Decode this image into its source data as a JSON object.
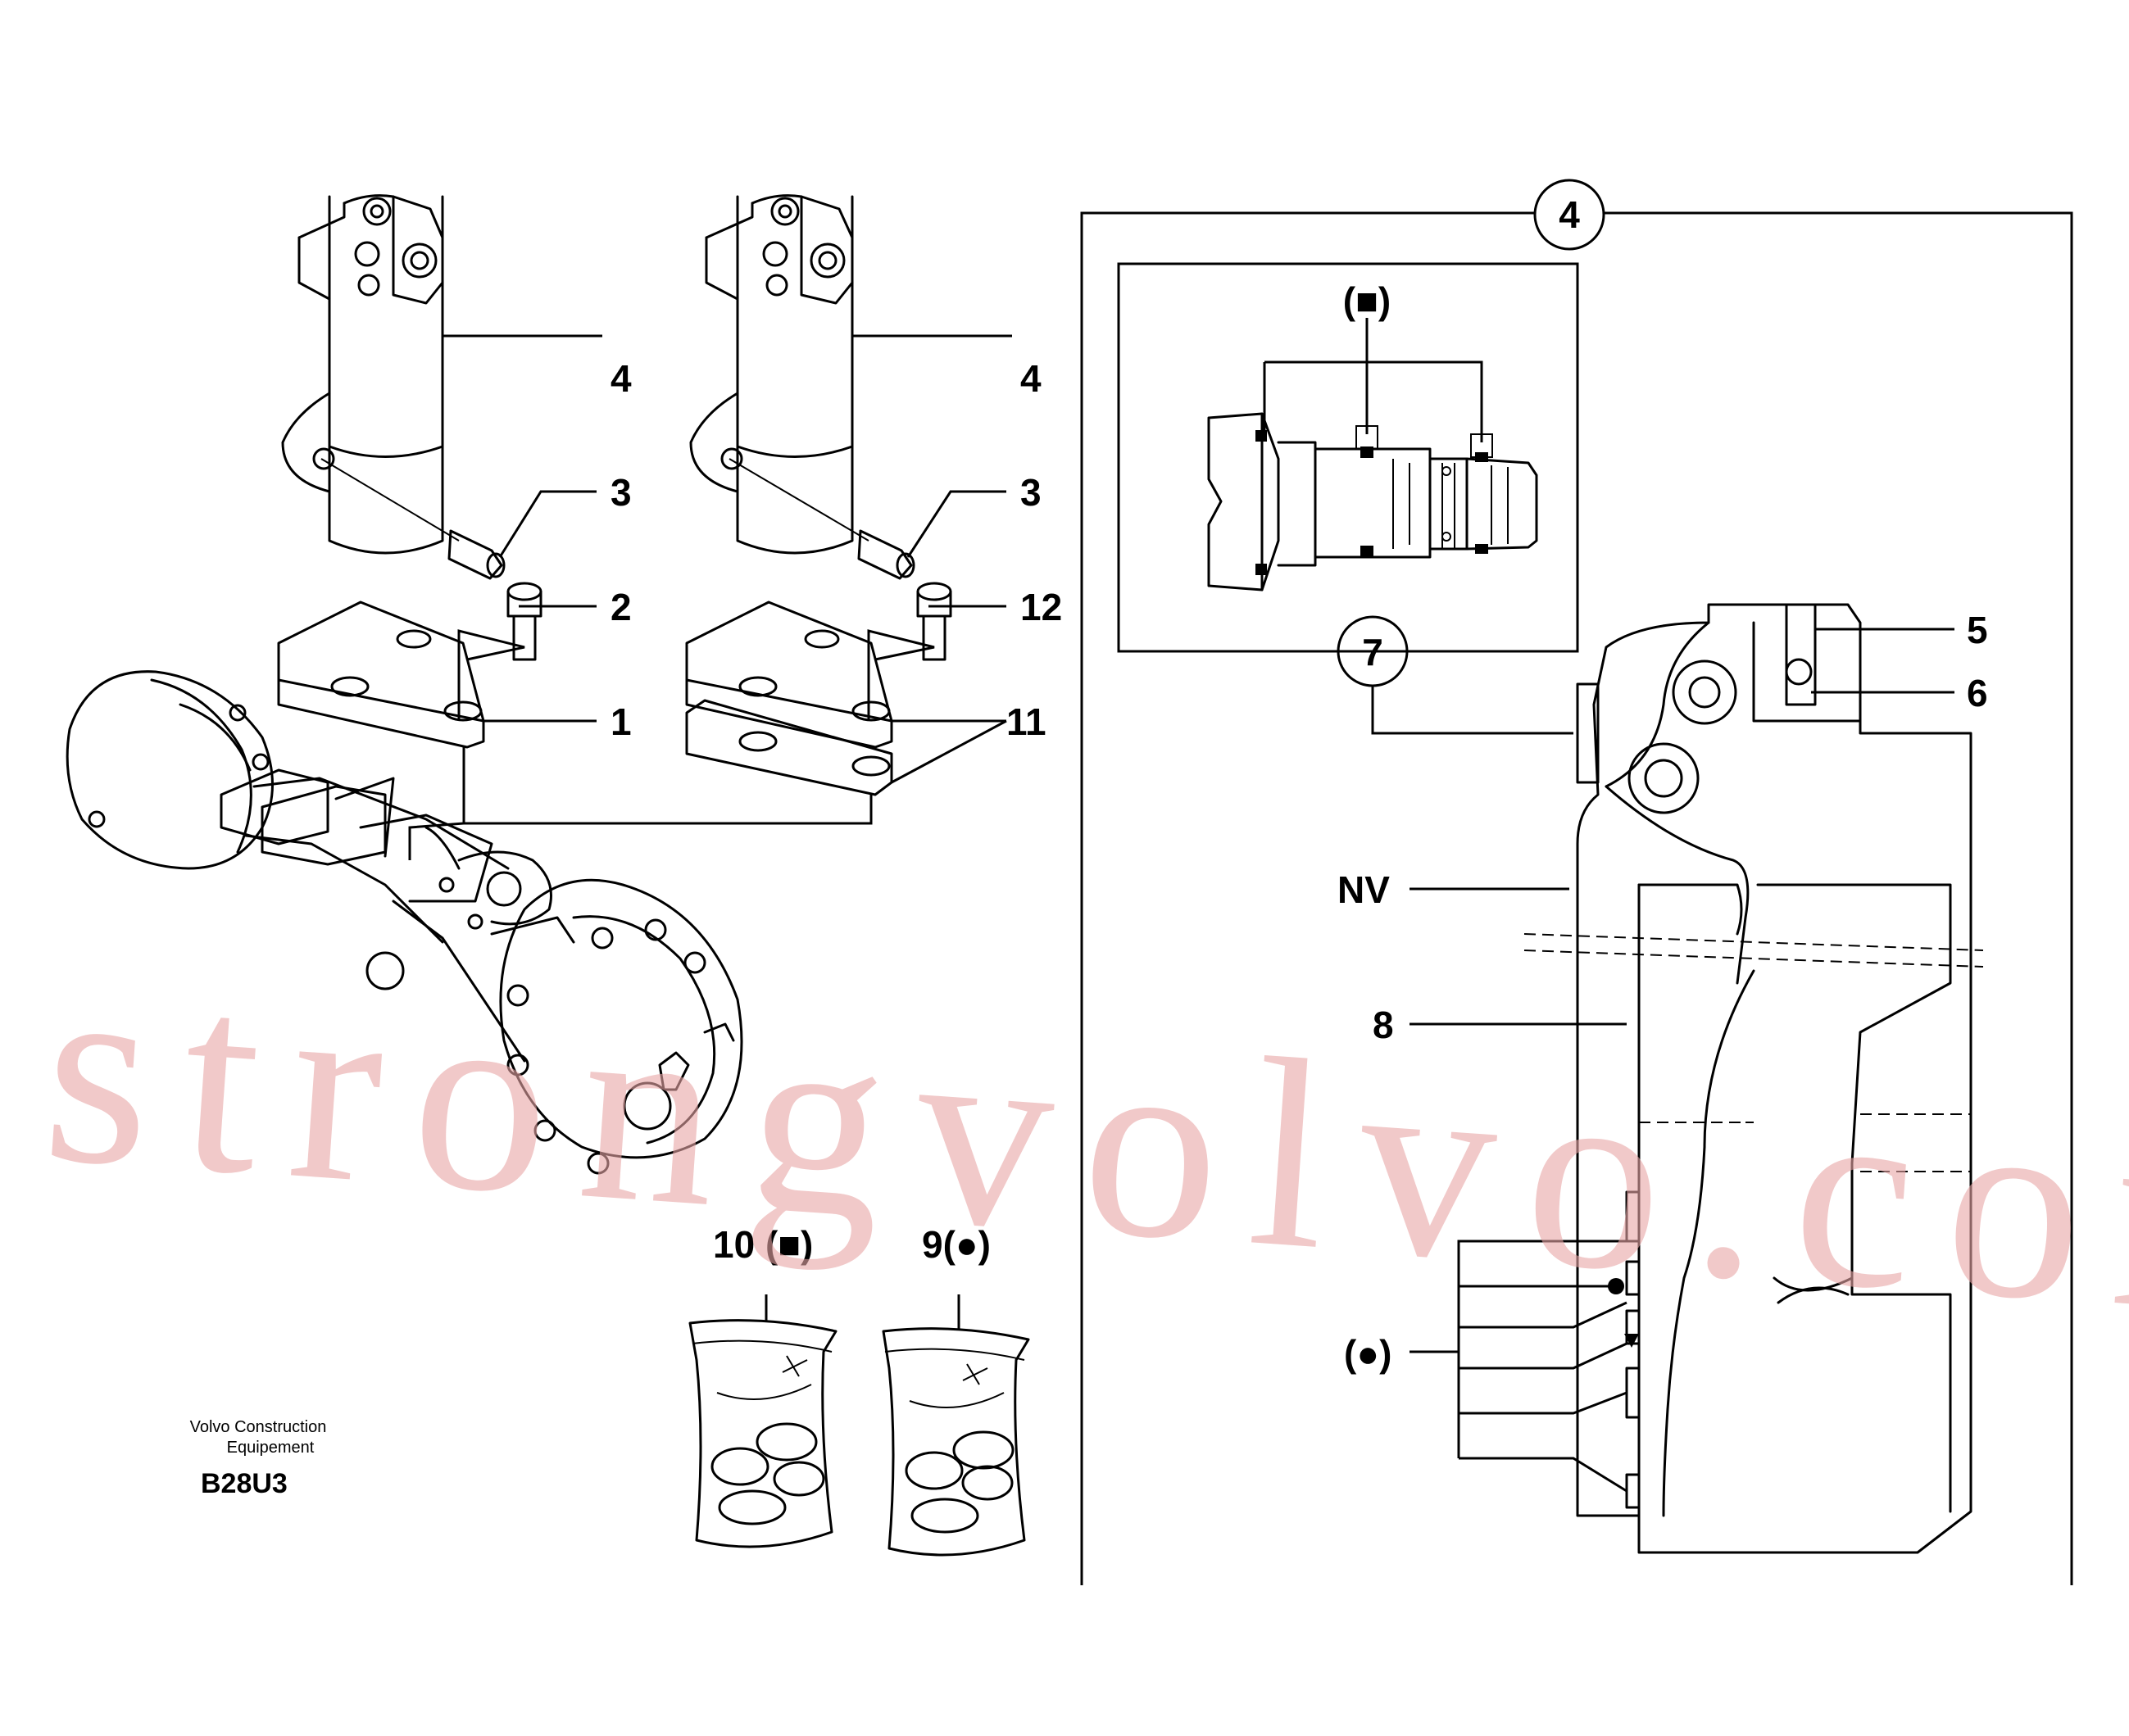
{
  "callouts": {
    "c4_left": "4",
    "c3_left": "3",
    "c2": "2",
    "c1": "1",
    "c4_mid": "4",
    "c3_mid": "3",
    "c12": "12",
    "c11": "11",
    "c5": "5",
    "c6": "6",
    "c7": "7",
    "c8": "8",
    "nv": "NV",
    "c4_detail": "4",
    "sq_marker": "(■)",
    "dot_marker": "(●)",
    "kit10": "10 (■)",
    "kit9": "9(●)"
  },
  "footer": {
    "publisher_line1": "Volvo Construction",
    "publisher_line2": "Equipement",
    "figure_code": "B28U3"
  },
  "watermark": "strongvolvo.com"
}
